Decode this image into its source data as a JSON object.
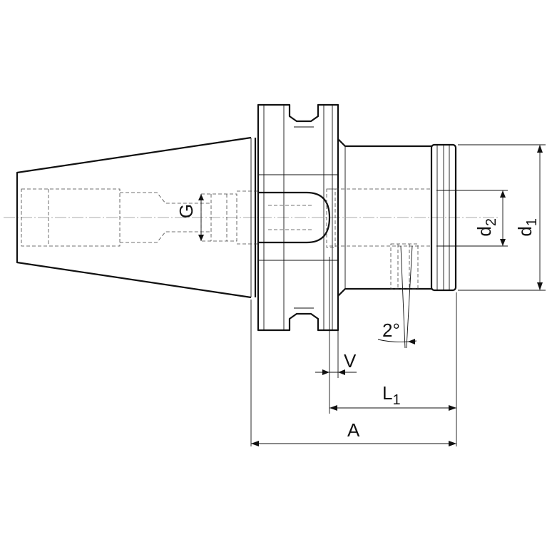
{
  "labels": {
    "G": "G",
    "d2": "d",
    "d2_sub": "2",
    "d1": "d",
    "d1_sub": "1",
    "angle": "2°",
    "V": "V",
    "L1": "L",
    "L1_sub": "1",
    "A": "A"
  }
}
